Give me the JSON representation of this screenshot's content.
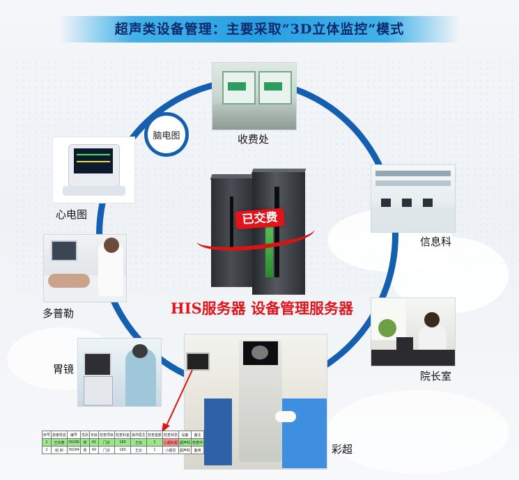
{
  "title": "超声类设备管理：主要采取“3D立体监控”模式",
  "hub": {
    "paid_tag": "已交费",
    "caption": "HIS服务器   设备管理服务器"
  },
  "nodes": {
    "cashier": "收费处",
    "eeg": "脑电图",
    "ecg": "心电图",
    "doppler": "多普勒",
    "gastroscope": "胃镜",
    "ultrasound": "彩超",
    "it_dept": "信息科",
    "dean_office": "院长室"
  },
  "record_table": {
    "header": [
      "序号",
      "患者姓名",
      "编号",
      "性别",
      "年龄",
      "检查项目",
      "检查科室",
      "操作医生",
      "检查金额",
      "检查状态",
      "设备",
      "备注"
    ],
    "rows": [
      [
        "1",
        "王长春",
        "39286",
        "男",
        "41",
        "门诊",
        "180",
        "王云",
        "1",
        "心超彩超",
        "超声科",
        "检查中"
      ],
      [
        "2",
        "赵 四",
        "39284",
        "男",
        "40",
        "门诊",
        "180",
        "王云",
        "1",
        "小超仿",
        "超声科",
        "备用"
      ]
    ]
  }
}
